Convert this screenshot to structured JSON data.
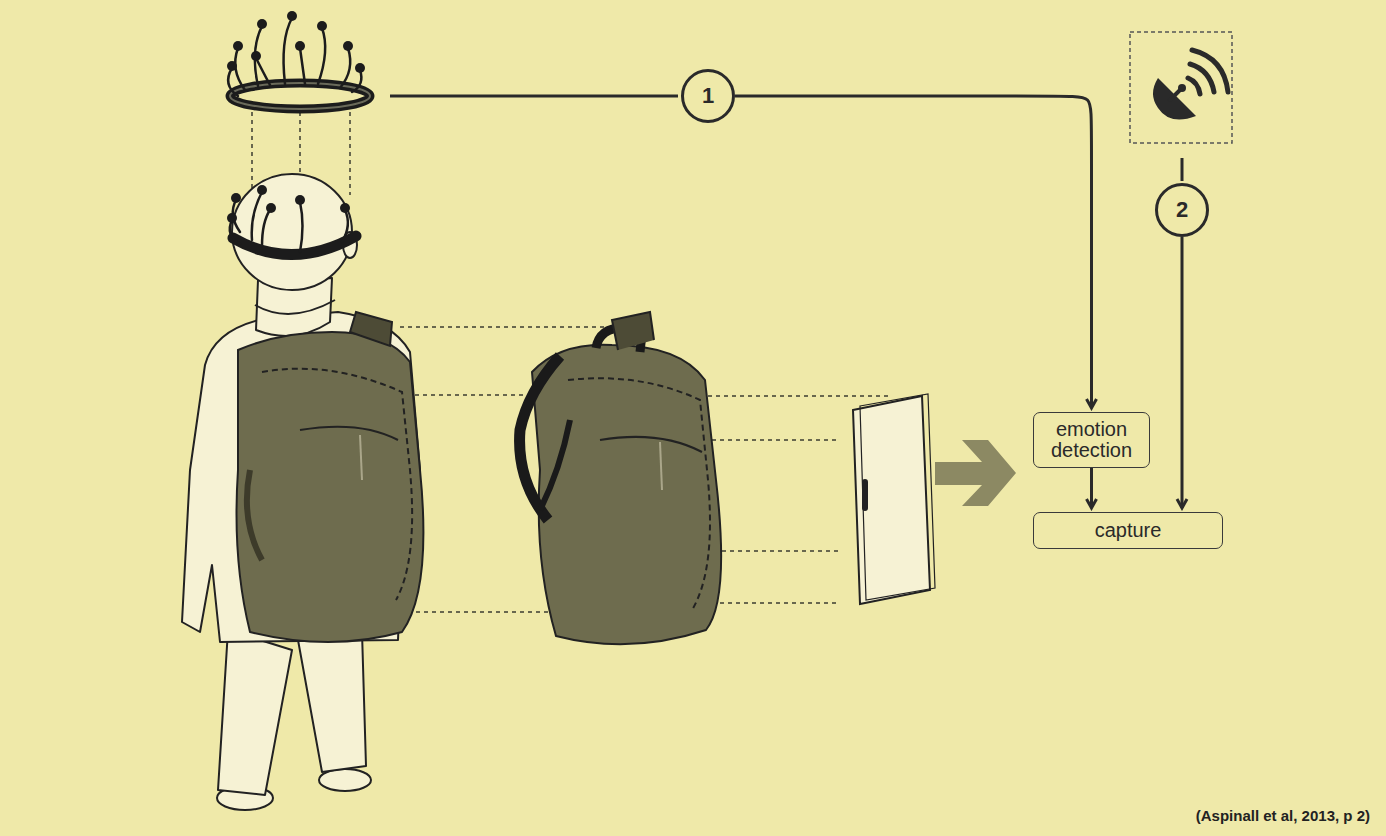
{
  "diagram": {
    "caption": "(Aspinall et al, 2013, p 2)",
    "nodes": [
      {
        "text": [
          "1"
        ]
      },
      {
        "text": [
          "2"
        ]
      },
      {
        "text": [
          "emotion detection"
        ]
      },
      {
        "text": [
          "capture"
        ]
      }
    ],
    "edges": [
      {
        "from": 0,
        "to": 2,
        "arrow": "to"
      },
      {
        "from": 1,
        "to": 3,
        "arrow": "to"
      },
      {
        "from": 2,
        "to": 3,
        "arrow": "to"
      }
    ]
  }
}
